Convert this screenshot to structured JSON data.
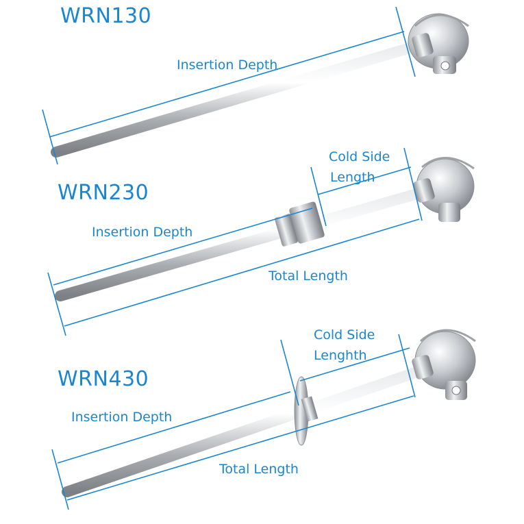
{
  "colors": {
    "dimension": "#1a86d0",
    "steel": "#b9bdc2"
  },
  "models": [
    {
      "name": "WRN130",
      "insertion_label": "Insertion Depth"
    },
    {
      "name": "WRN230",
      "cold_label": "Cold Side Length",
      "cold_lines": [
        "Cold Side",
        "Length"
      ],
      "insertion_label": "Insertion Depth",
      "total_label": "Total Length"
    },
    {
      "name": "WRN430",
      "cold_lines": [
        "Cold Side",
        "Lenghth"
      ],
      "insertion_label": "Insertion Depth",
      "total_label": "Total Length"
    }
  ]
}
